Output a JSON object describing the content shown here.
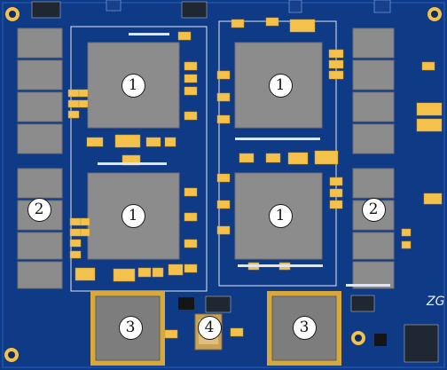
{
  "colors": {
    "board": "#0f3a86",
    "chip": "#8c8c8c",
    "pad": "#f4c24c",
    "silk": "#e8edf5",
    "dark": "#1f2733"
  },
  "callouts": {
    "memory_label": "1",
    "flash_label": "2",
    "fpga_label": "3",
    "crystal_label": "4"
  }
}
